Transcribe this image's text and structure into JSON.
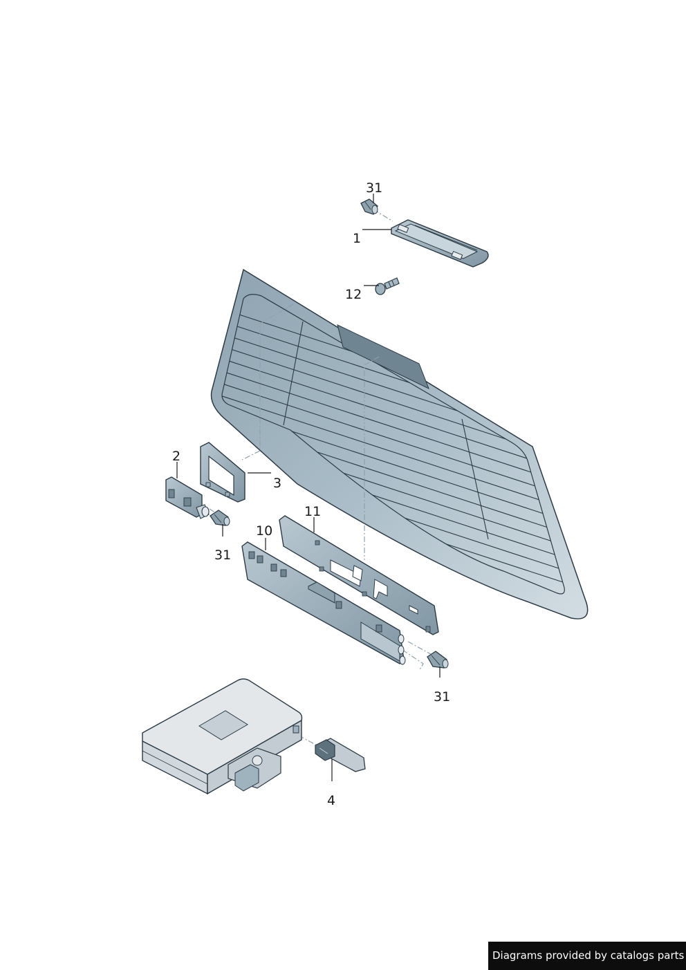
{
  "diagram": {
    "callouts": {
      "c31_top": "31",
      "c1": "1",
      "c12": "12",
      "c2": "2",
      "c3": "3",
      "c11": "11",
      "c10": "10",
      "c31_left": "31",
      "c31_right": "31",
      "c4": "4"
    },
    "colors": {
      "part_fill": "#9fb3bf",
      "part_light": "#c9d5dc",
      "part_dark": "#5e727e",
      "outline": "#2b3a44",
      "box_fill": "#e3e7ea",
      "leader": "#1a1a1a"
    }
  },
  "footer": {
    "credit": "Diagrams provided by catalogs parts"
  }
}
